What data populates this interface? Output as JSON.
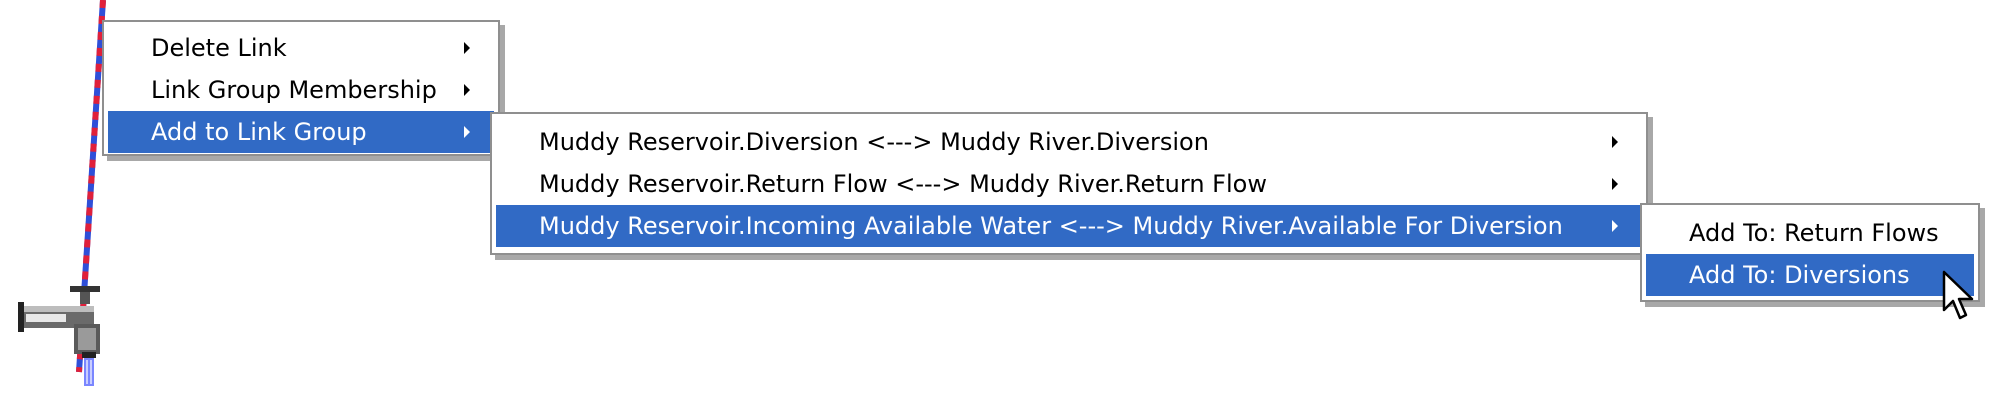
{
  "menu_root": {
    "items": [
      {
        "label": "Delete Link",
        "has_submenu": true,
        "selected": false
      },
      {
        "label": "Link Group Membership",
        "has_submenu": true,
        "selected": false
      },
      {
        "label": "Add to Link Group",
        "has_submenu": true,
        "selected": true
      }
    ]
  },
  "menu_link_groups": {
    "items": [
      {
        "label": "Muddy Reservoir.Diversion <---> Muddy River.Diversion",
        "has_submenu": true,
        "selected": false
      },
      {
        "label": "Muddy Reservoir.Return Flow <---> Muddy River.Return Flow",
        "has_submenu": true,
        "selected": false
      },
      {
        "label": "Muddy Reservoir.Incoming Available Water <---> Muddy River.Available For Diversion",
        "has_submenu": true,
        "selected": true
      }
    ]
  },
  "menu_add_to": {
    "items": [
      {
        "label": "Add To: Return Flows",
        "selected": false
      },
      {
        "label": "Add To: Diversions",
        "selected": true
      }
    ]
  },
  "colors": {
    "selection": "#316ac5",
    "link_line_red": "#e0203a",
    "link_line_blue": "#2f4fd8"
  },
  "icons": {
    "workspace_object": "faucet-icon",
    "pointer": "mouse-cursor-icon"
  }
}
